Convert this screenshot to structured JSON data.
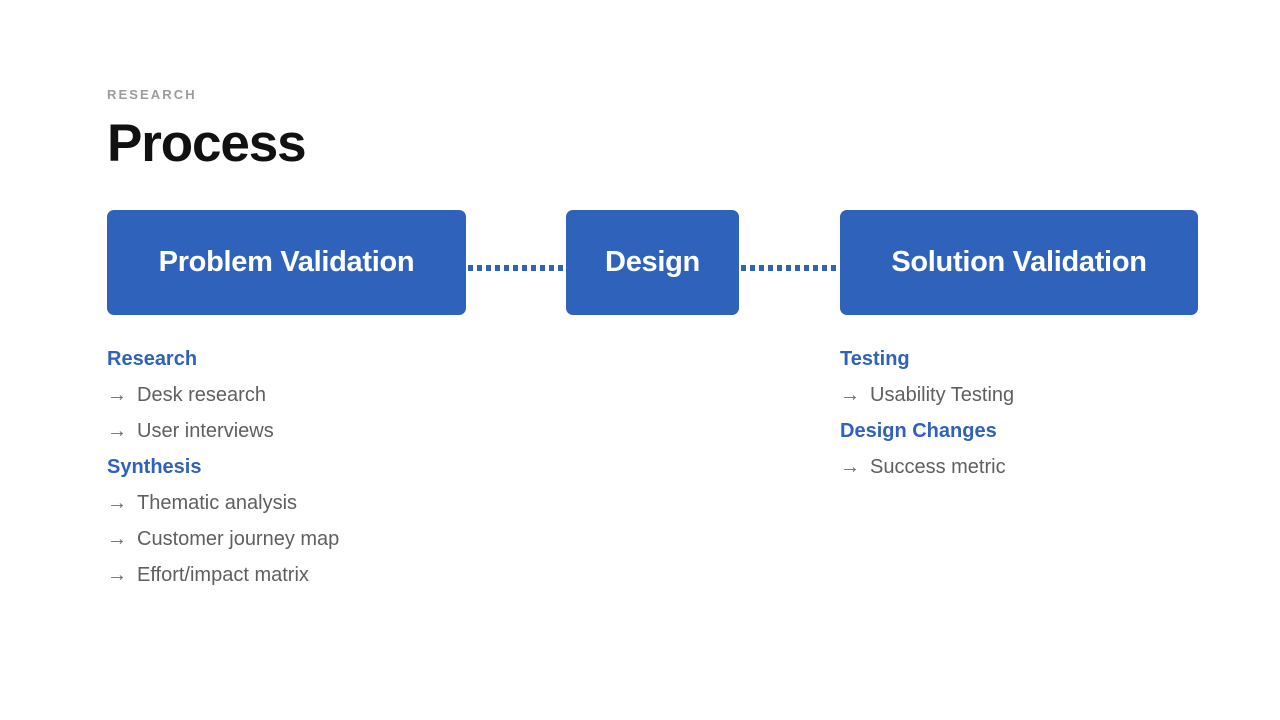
{
  "header": {
    "eyebrow": "RESEARCH",
    "title": "Process"
  },
  "colors": {
    "accent_blue": "#2f62bb",
    "title_black": "#111111",
    "eyebrow_gray": "#9c9c9c",
    "body_gray": "#5f5f5f",
    "background": "#ffffff"
  },
  "flow": {
    "stages": [
      {
        "label": "Problem Validation"
      },
      {
        "label": "Design"
      },
      {
        "label": "Solution Validation"
      }
    ],
    "connectors": [
      {
        "style": "dotted"
      },
      {
        "style": "dotted"
      }
    ]
  },
  "columns": [
    {
      "name": "problem-validation-details",
      "groups": [
        {
          "heading": "Research",
          "items": [
            {
              "arrow": "→",
              "text": "Desk research"
            },
            {
              "arrow": "→",
              "text": "User interviews"
            }
          ]
        },
        {
          "heading": "Synthesis",
          "items": [
            {
              "arrow": "→",
              "text": "Thematic analysis"
            },
            {
              "arrow": "→",
              "text": "Customer journey map"
            },
            {
              "arrow": "→",
              "text": "Effort/impact matrix"
            }
          ]
        }
      ]
    },
    {
      "name": "solution-validation-details",
      "groups": [
        {
          "heading": "Testing",
          "items": [
            {
              "arrow": "→",
              "text": "Usability Testing"
            }
          ]
        },
        {
          "heading": "Design Changes",
          "items": [
            {
              "arrow": "→",
              "text": "Success metric"
            }
          ]
        }
      ]
    }
  ]
}
